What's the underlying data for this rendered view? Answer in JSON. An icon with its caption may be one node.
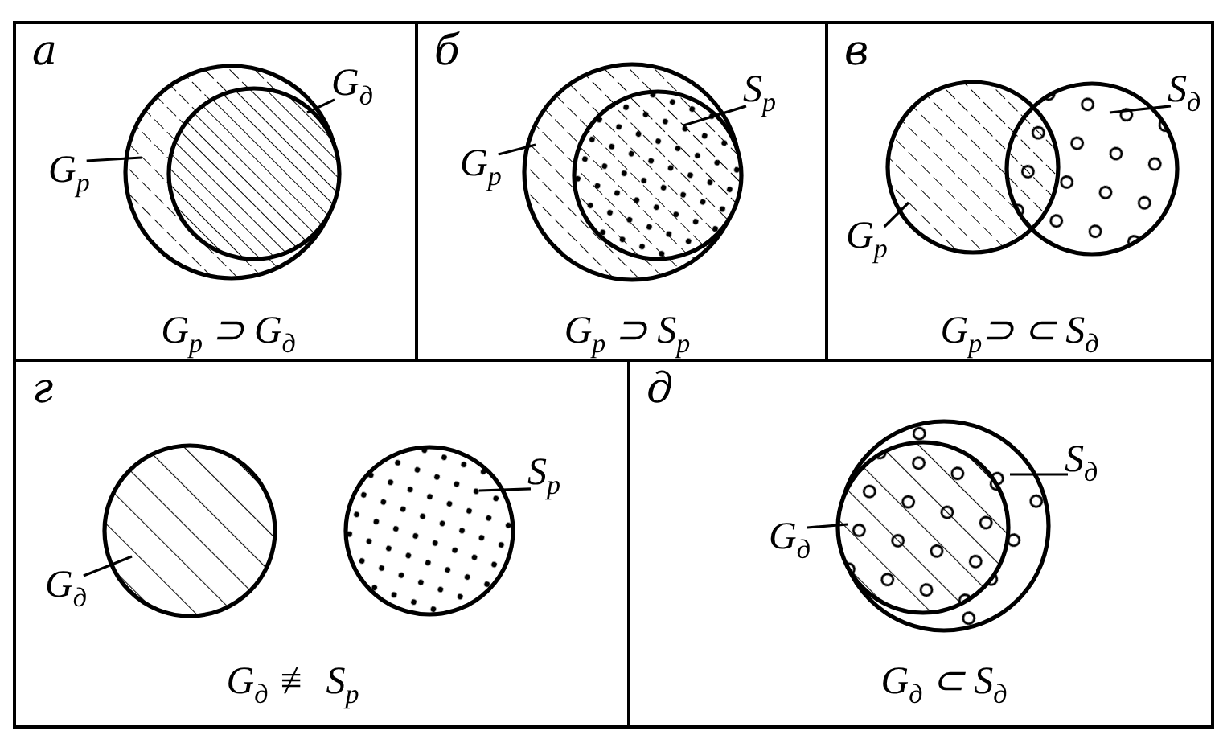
{
  "diagram": {
    "nodes": [
      {
        "text": [
          "а",
          "G$_{р}$ ⊃ G$_{д}$"
        ]
      },
      {
        "text": [],
        "shape": "circle",
        "in": 0
      },
      {
        "text": [],
        "shape": "circle",
        "in": 1
      },
      {
        "text": [
          "G$_{р}$"
        ],
        "in": 0
      },
      {
        "text": [
          "G$_{д}$"
        ],
        "in": 0
      },
      {
        "text": [
          "б",
          "G$_{р}$ ⊃ S$_{р}$"
        ]
      },
      {
        "text": [],
        "shape": "circle",
        "in": 5
      },
      {
        "text": [],
        "shape": "circle",
        "in": 6
      },
      {
        "text": [
          "G$_{р}$"
        ],
        "in": 5
      },
      {
        "text": [
          "S$_{р}$"
        ],
        "in": 5
      },
      {
        "text": [
          "в",
          "G$_{р}$⊃ ⊂ S$_{д}$"
        ]
      },
      {
        "text": [],
        "shape": "circle",
        "in": 10
      },
      {
        "text": [],
        "shape": "circle",
        "in": 10
      },
      {
        "text": [
          "G$_{р}$"
        ],
        "in": 10
      },
      {
        "text": [
          "S$_{д}$"
        ],
        "in": 10
      },
      {
        "text": [
          "г",
          "G$_{д}$ ≢ S$_{р}$"
        ]
      },
      {
        "text": [],
        "shape": "circle",
        "in": 15
      },
      {
        "text": [],
        "shape": "circle",
        "in": 15
      },
      {
        "text": [
          "G$_{д}$"
        ],
        "in": 15
      },
      {
        "text": [
          "S$_{р}$"
        ],
        "in": 15
      },
      {
        "text": [
          "д",
          "G$_{д}$ ⊂ S$_{д}$"
        ]
      },
      {
        "text": [],
        "shape": "circle",
        "in": 20
      },
      {
        "text": [],
        "shape": "circle",
        "in": 21
      },
      {
        "text": [
          "G$_{д}$"
        ],
        "in": 20
      },
      {
        "text": [
          "S$_{д}$"
        ],
        "in": 20
      }
    ],
    "edges": [
      {
        "from": 3,
        "to": 1,
        "arrow": "none"
      },
      {
        "from": 4,
        "to": 2,
        "arrow": "none"
      },
      {
        "from": 8,
        "to": 6,
        "arrow": "none"
      },
      {
        "from": 9,
        "to": 7,
        "arrow": "none"
      },
      {
        "from": 13,
        "to": 11,
        "arrow": "none"
      },
      {
        "from": 14,
        "to": 12,
        "arrow": "none"
      },
      {
        "from": 18,
        "to": 16,
        "arrow": "none"
      },
      {
        "from": 19,
        "to": 17,
        "arrow": "none"
      },
      {
        "from": 23,
        "to": 22,
        "arrow": "none"
      },
      {
        "from": 24,
        "to": 21,
        "arrow": "none"
      }
    ]
  }
}
